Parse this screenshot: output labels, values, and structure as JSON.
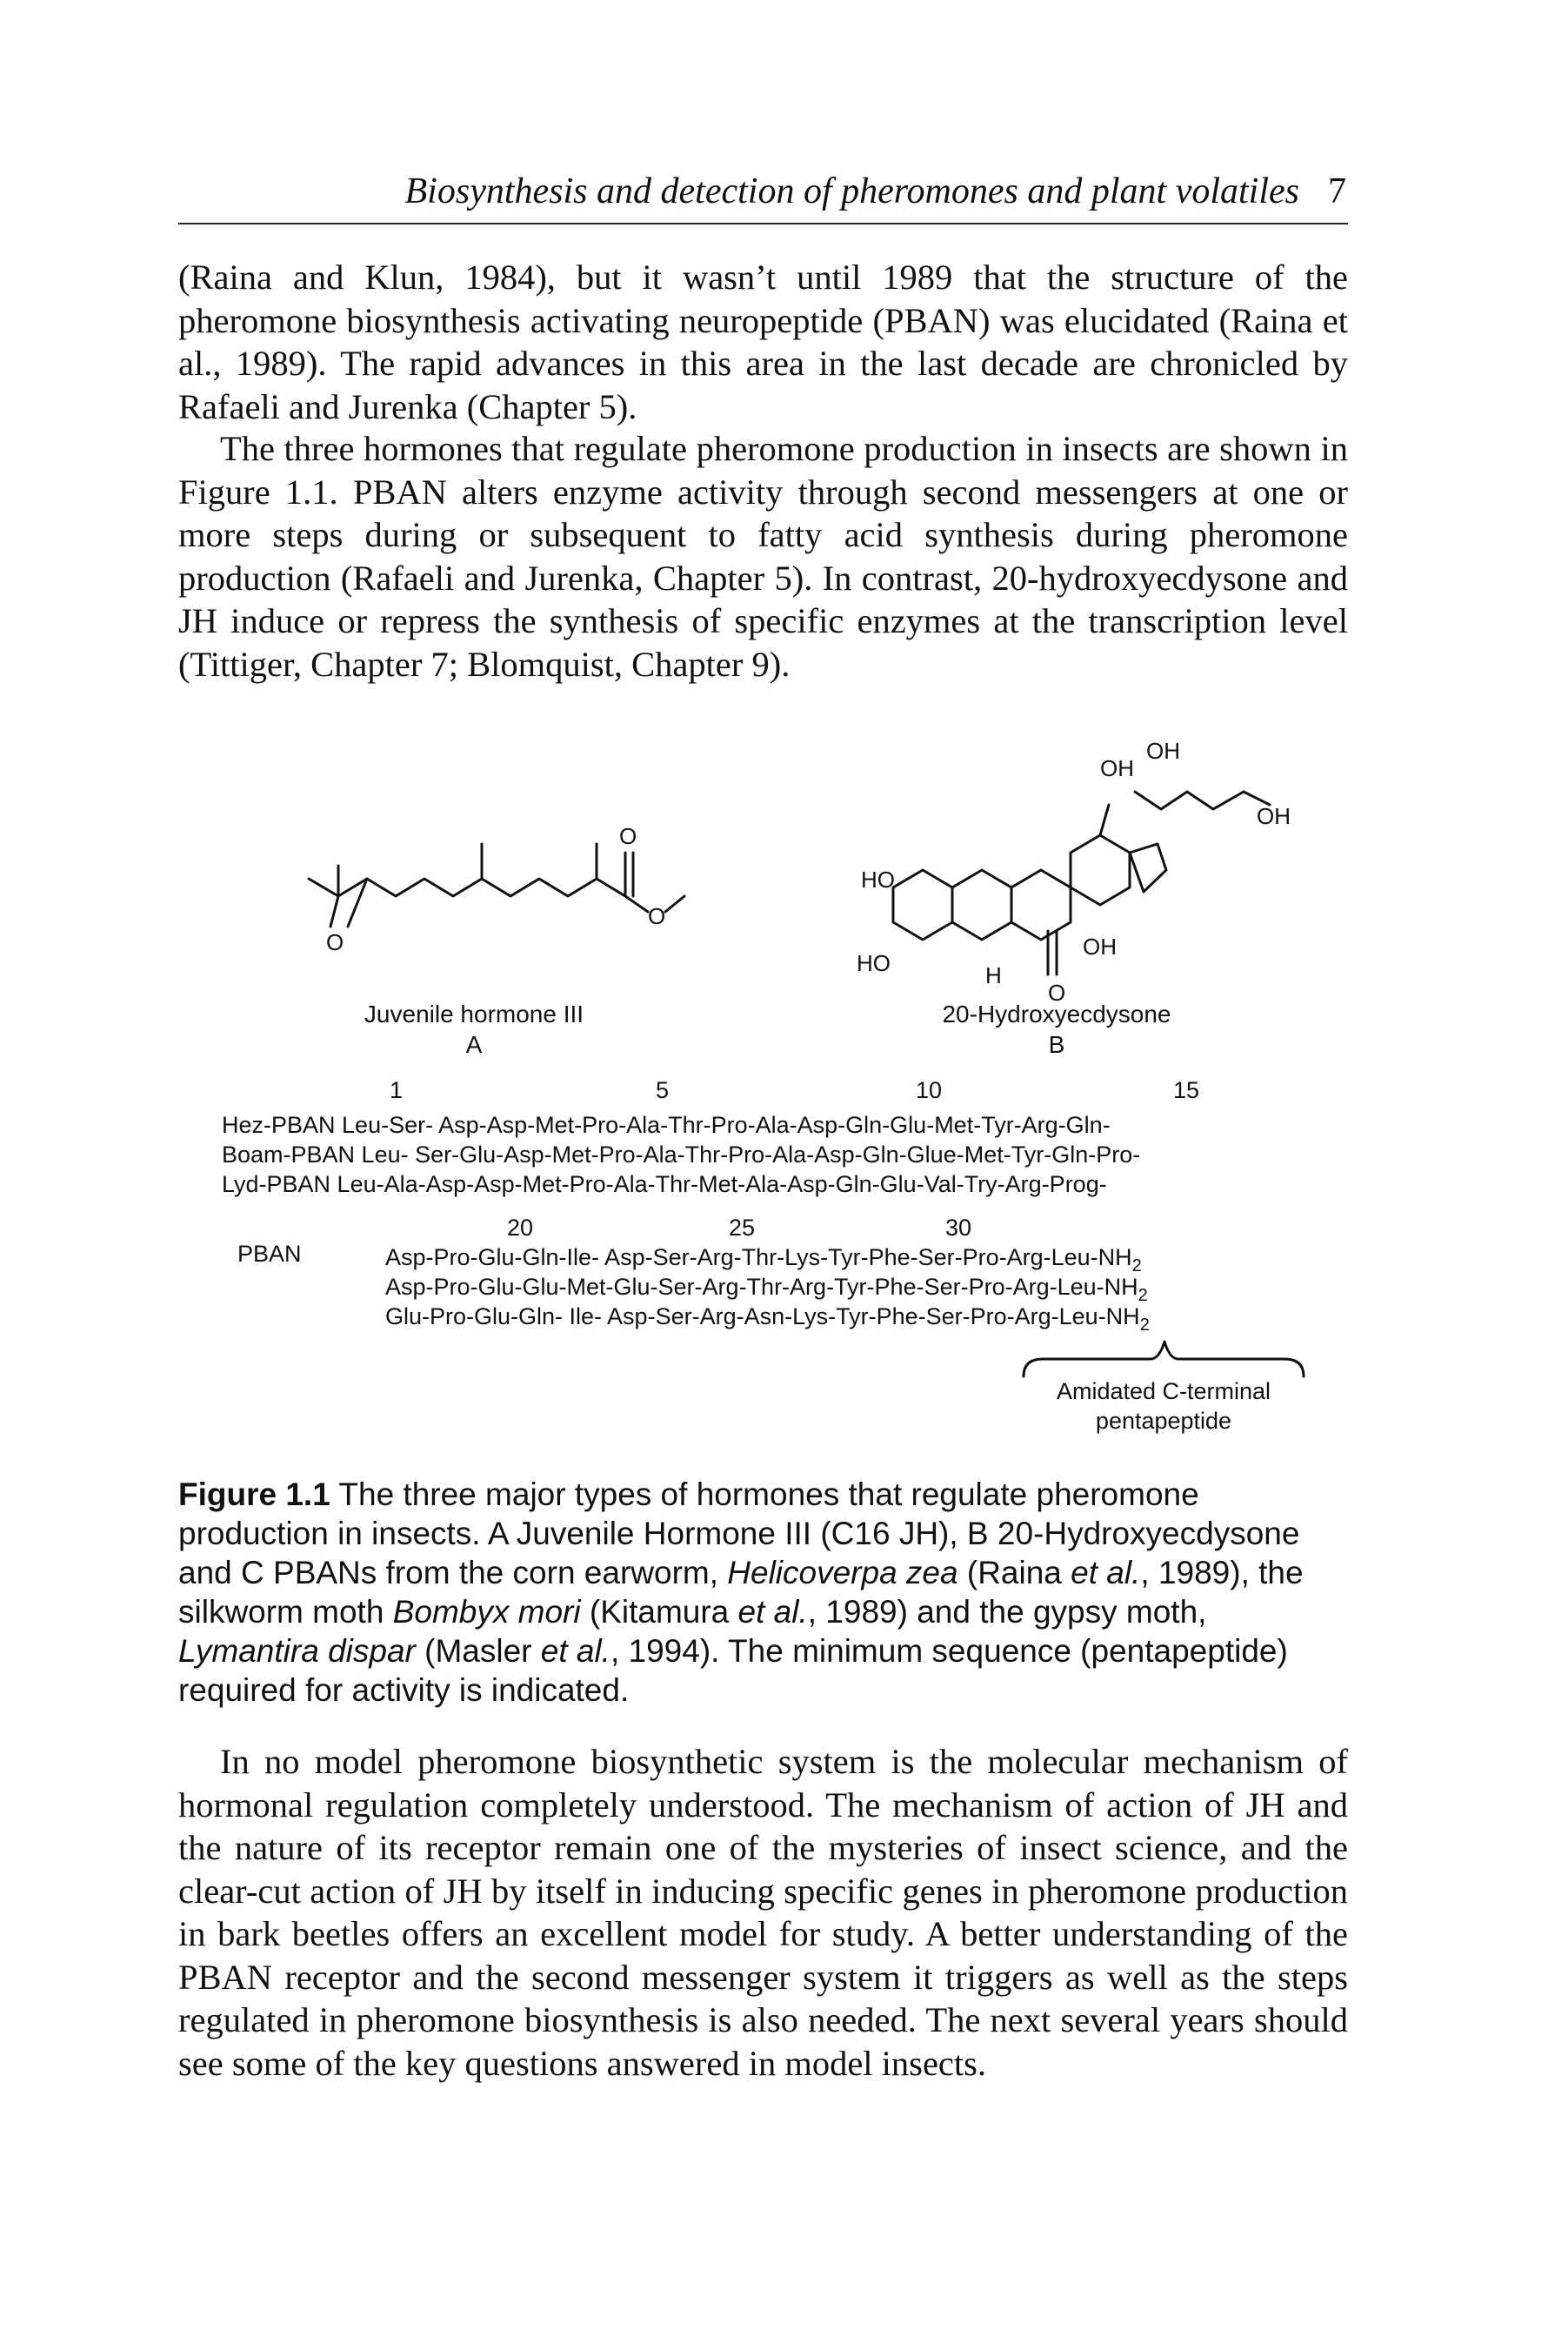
{
  "header": {
    "title": "Biosynthesis and detection of pheromones and plant volatiles",
    "page_number": "7"
  },
  "body": {
    "para1": "(Raina and Klun, 1984), but it wasn’t until 1989 that the structure of the pheromone biosynthesis activating neuropeptide (PBAN) was elucidated (Raina et al., 1989). The rapid advances in this area in the last decade are chronicled by Rafaeli and Jurenka (Chapter 5).",
    "para2": "The three hormones that regulate pheromone production in insects are shown in Figure 1.1. PBAN alters enzyme activity through second messengers at one or more steps during or subsequent to fatty acid synthesis during pheromone production (Rafaeli and Jurenka, Chapter 5). In contrast, 20-hydroxyecdysone and JH induce or repress the synthesis of specific enzymes at the transcription level (Tittiger, Chapter 7; Blomquist, Chapter 9).",
    "para3": "In no model pheromone biosynthetic system is the molecular mechanism of hormonal regulation completely understood. The mechanism of action of JH and the nature of its receptor remain one of the mysteries of insect science, and the clear-cut action of JH by itself in inducing specific genes in pheromone production in bark beetles offers an excellent model for study. A better understanding of the PBAN receptor and the second messenger system it triggers as well as the steps regulated in pheromone biosynthesis is also needed. The next several years should see some of the key questions answered in model insects."
  },
  "figure": {
    "molecule_a": {
      "name": "Juvenile hormone III",
      "letter": "A",
      "atoms": {
        "o_epoxide": "O",
        "o_carbonyl": "O",
        "o_ester": "O"
      }
    },
    "molecule_b": {
      "name": "20-Hydroxyecdysone",
      "letter": "B",
      "atoms": {
        "oh_1": "OH",
        "oh_2": "OH",
        "oh_side": "OH",
        "oh_14": "OH",
        "ho_2": "HO",
        "ho_3": "HO",
        "h_5": "H",
        "o_6": "O"
      }
    },
    "pban": {
      "label": "PBAN",
      "positions_top": [
        "1",
        "5",
        "10",
        "15"
      ],
      "rows_top": [
        "Hez-PBAN Leu-Ser- Asp-Asp-Met-Pro-Ala-Thr-Pro-Ala-Asp-Gln-Glu-Met-Tyr-Arg-Gln-",
        "Boam-PBAN Leu- Ser-Glu-Asp-Met-Pro-Ala-Thr-Pro-Ala-Asp-Gln-Glue-Met-Tyr-Gln-Pro-",
        "Lyd-PBAN Leu-Ala-Asp-Asp-Met-Pro-Ala-Thr-Met-Ala-Asp-Gln-Glu-Val-Try-Arg-Prog-"
      ],
      "positions_bottom": [
        "20",
        "25",
        "30"
      ],
      "rows_bottom": [
        "Asp-Pro-Glu-Gln-Ile- Asp-Ser-Arg-Thr-Lys-Tyr-Phe-Ser-Pro-Arg-Leu-NH",
        "Asp-Pro-Glu-Glu-Met-Glu-Ser-Arg-Thr-Arg-Tyr-Phe-Ser-Pro-Arg-Leu-NH",
        "Glu-Pro-Glu-Gln- Ile- Asp-Ser-Arg-Asn-Lys-Tyr-Phe-Ser-Pro-Arg-Leu-NH"
      ],
      "subscript": "2",
      "brace_label_1": "Amidated C-terminal",
      "brace_label_2": "pentapeptide"
    },
    "caption": {
      "label": "Figure 1.1",
      "t1": " The three major types of hormones that regulate pheromone production in insects. A Juvenile Hormone III (C16 JH), B 20-Hydroxyecdysone and C PBANs from the corn earworm, ",
      "i1": "Helicoverpa zea",
      "t2": " (Raina ",
      "i2": "et al.",
      "t3": ", 1989), the silkworm moth ",
      "i3": "Bombyx mori",
      "t4": " (Kitamura ",
      "i4": "et al.",
      "t5": ", 1989) and the gypsy moth, ",
      "i5": "Lymantira dispar",
      "t6": " (Masler ",
      "i6": "et al.",
      "t7": ", 1994). The minimum sequence (pentapeptide) required for activity is indicated."
    }
  }
}
